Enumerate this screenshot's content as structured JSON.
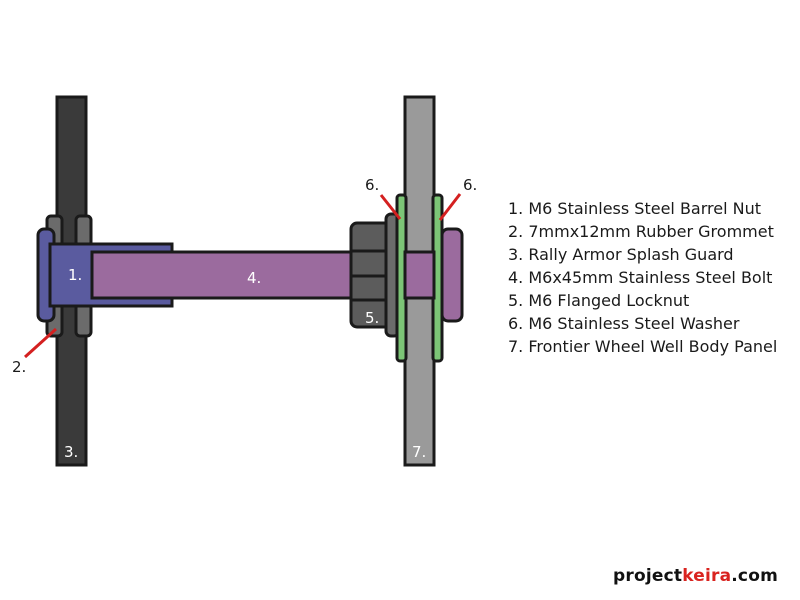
{
  "colors": {
    "outline": "#1a1a1a",
    "guard": "#3a3a3a",
    "grommet": "#6b6b6b",
    "barrel_nut": "#5a5b9f",
    "bolt": "#9b6b9e",
    "locknut": "#5c5c5c",
    "washer": "#7cc576",
    "body_panel": "#9a9a9a",
    "pointer": "#d42020",
    "brand_accent": "#d9231f"
  },
  "parts": {
    "barrel_nut_tag": "1.",
    "grommet_tag": "2.",
    "guard_tag": "3.",
    "bolt_tag": "4.",
    "locknut_tag": "5.",
    "washer_tag_left": "6.",
    "washer_tag_right": "6.",
    "panel_tag": "7."
  },
  "legend": [
    "1. M6 Stainless Steel Barrel Nut",
    "2. 7mmx12mm Rubber Grommet",
    "3. Rally Armor Splash Guard",
    "4. M6x45mm Stainless Steel Bolt",
    "5. M6 Flanged Locknut",
    "6. M6 Stainless Steel Washer",
    "7. Frontier Wheel Well Body Panel"
  ],
  "watermark": {
    "part1": "project",
    "part2": "keira",
    "part3": ".com"
  }
}
